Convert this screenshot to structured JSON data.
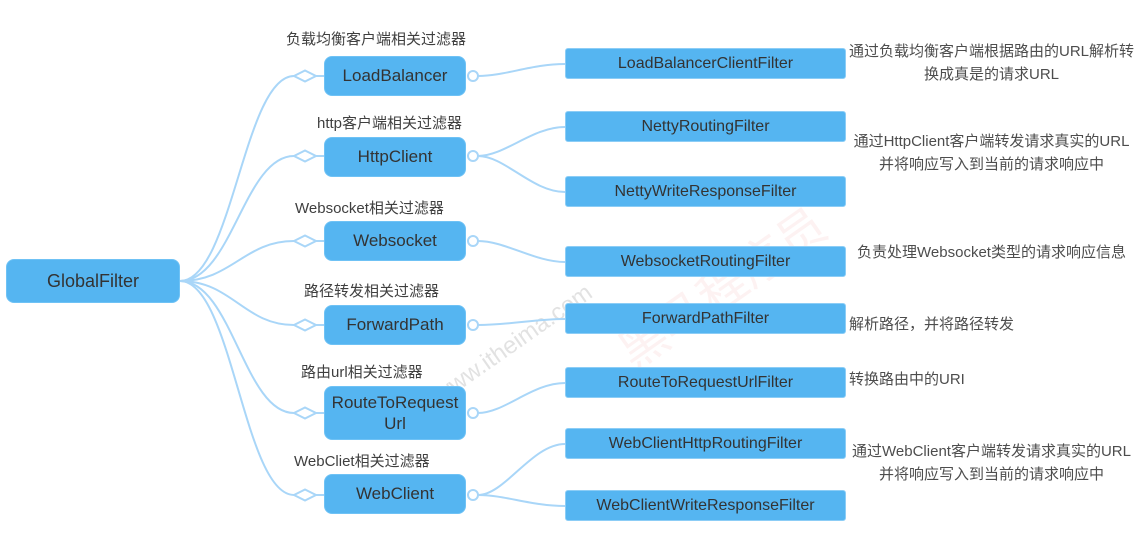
{
  "diagram": {
    "root": {
      "label": "GlobalFilter"
    },
    "branches": [
      {
        "group_label": "负载均衡客户端相关过滤器",
        "node": "LoadBalancer",
        "children": [
          "LoadBalancerClientFilter"
        ],
        "note": "通过负载均衡客户端根据路由的URL解析转换成真是的请求URL"
      },
      {
        "group_label": "http客户端相关过滤器",
        "node": "HttpClient",
        "children": [
          "NettyRoutingFilter",
          "NettyWriteResponseFilter"
        ],
        "note": "通过HttpClient客户端转发请求真实的URL并将响应写入到当前的请求响应中"
      },
      {
        "group_label": "Websocket相关过滤器",
        "node": "Websocket",
        "children": [
          "WebsocketRoutingFilter"
        ],
        "note": "负责处理Websocket类型的请求响应信息"
      },
      {
        "group_label": "路径转发相关过滤器",
        "node": "ForwardPath",
        "children": [
          "ForwardPathFilter"
        ],
        "note": "解析路径，并将路径转发"
      },
      {
        "group_label": "路由url相关过滤器",
        "node": "RouteToRequestUrl",
        "children": [
          "RouteToRequestUrlFilter"
        ],
        "note": "转换路由中的URI"
      },
      {
        "group_label": "WebCliet相关过滤器",
        "node": "WebClient",
        "children": [
          "WebClientHttpRoutingFilter",
          "WebClientWriteResponseFilter"
        ],
        "note": "通过WebClient客户端转发请求真实的URL并将响应写入到当前的请求响应中"
      }
    ]
  },
  "colors": {
    "node_fill": "#55b5f1",
    "node_border": "#8ccdf6",
    "connector": "#a9d6f8",
    "node_text": "#333333",
    "note_text": "#4d4d4d"
  },
  "watermark": {
    "url": "www.itheima.com",
    "brand": "黑马程序员"
  }
}
